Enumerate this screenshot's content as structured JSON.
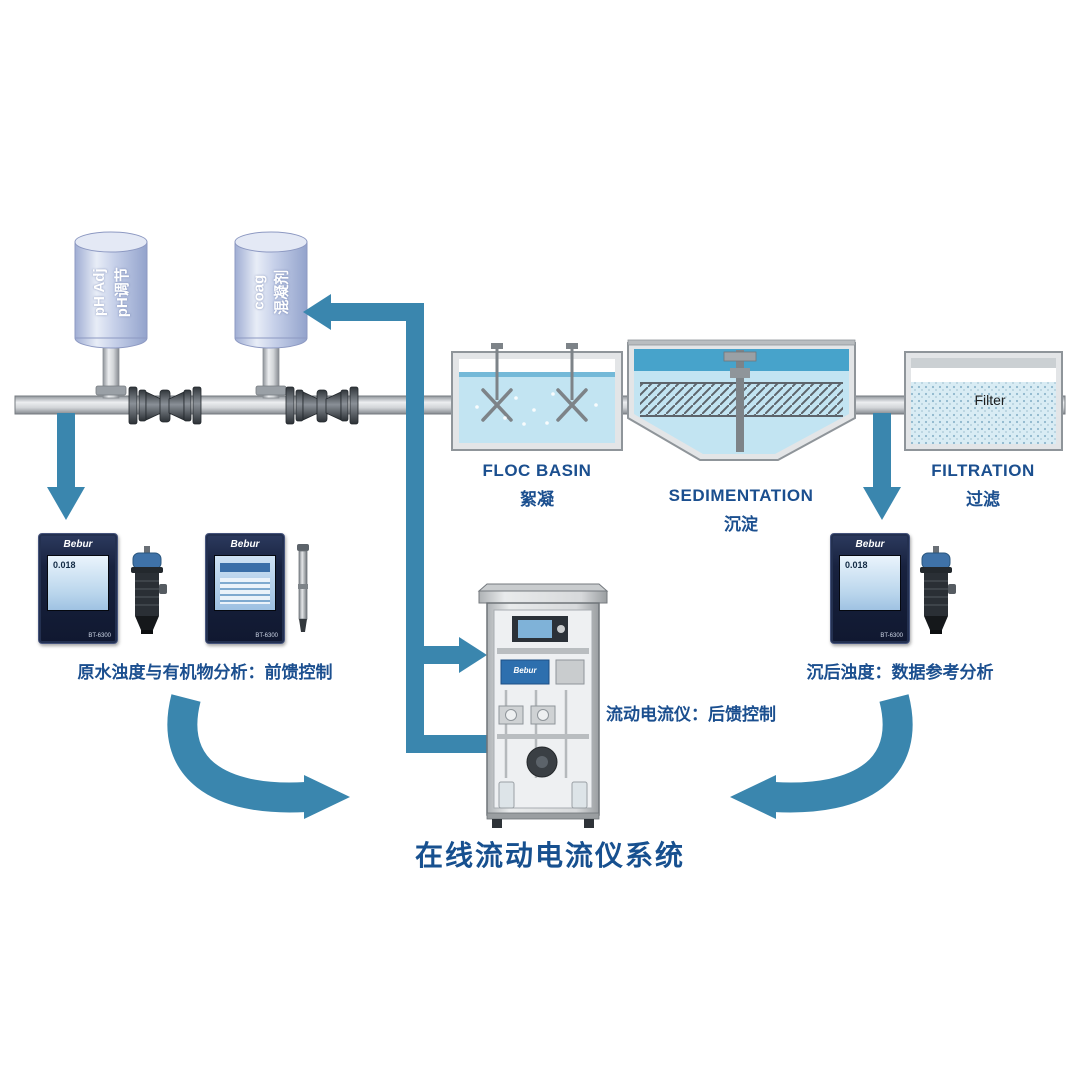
{
  "title": "在线流动电流仪系统",
  "colors": {
    "accent_blue": "#3a86ae",
    "label_blue": "#1b4f8f"
  },
  "dosing_tanks": [
    {
      "label_en": "pH Adj",
      "label_zh": "pH调节"
    },
    {
      "label_en": "coag",
      "label_zh": "混凝剂"
    }
  ],
  "stages": {
    "floc": {
      "en": "FLOC BASIN",
      "zh": "絮凝"
    },
    "sedimentation": {
      "en": "SEDIMENTATION",
      "zh": "沉淀"
    },
    "filtration": {
      "en": "FILTRATION",
      "zh": "过滤",
      "media_label": "Filter"
    }
  },
  "captions": {
    "raw_water": "原水浊度与有机物分析：前馈控制",
    "post_sedimentation": "沉后浊度：数据参考分析",
    "streaming_current": "流动电流仪：后馈控制"
  },
  "devices": {
    "brand": "Bebur",
    "model": "BT-6300",
    "left_analyzer_reading": "0.018",
    "right_analyzer_reading": "0.018",
    "cabinet_brand": "Bebur"
  }
}
